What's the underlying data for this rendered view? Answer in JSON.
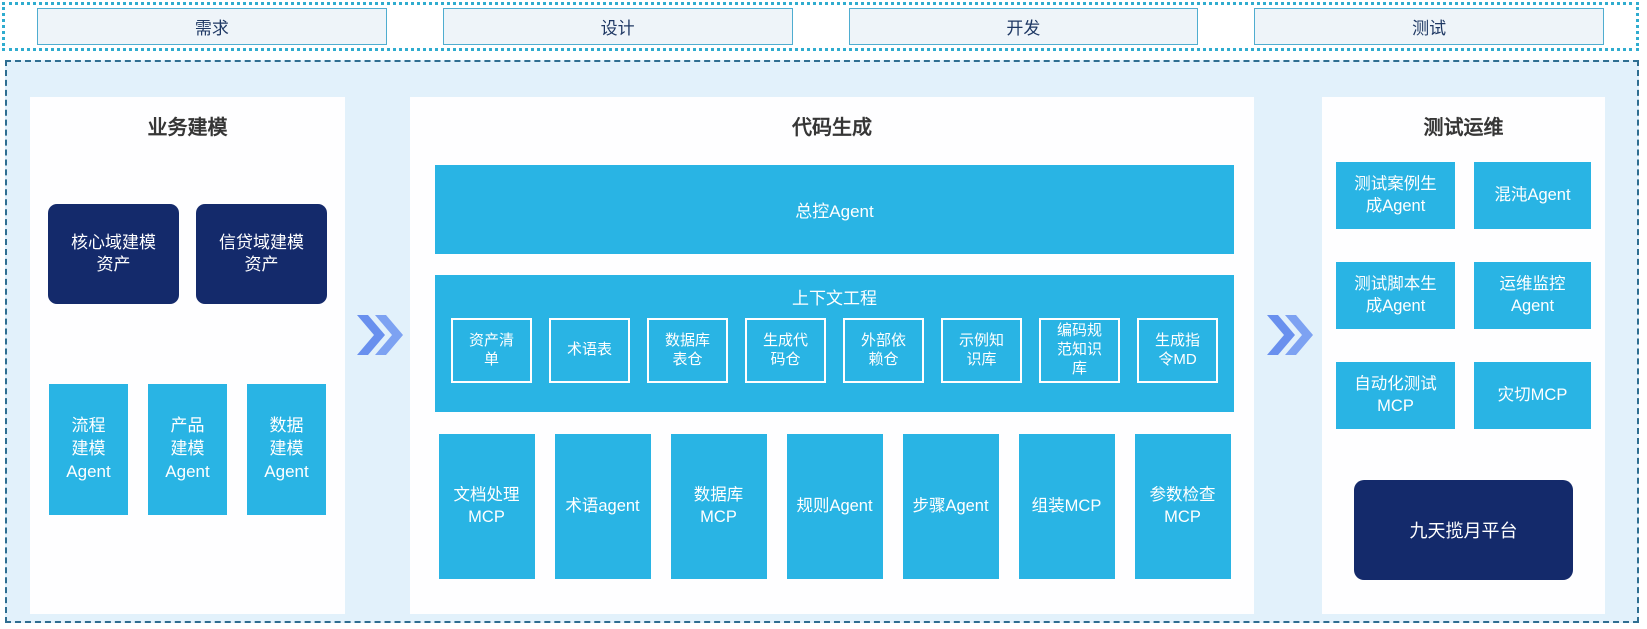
{
  "phase_bar": {
    "items": [
      {
        "label": "需求"
      },
      {
        "label": "设计"
      },
      {
        "label": "开发"
      },
      {
        "label": "测试"
      }
    ]
  },
  "panels": {
    "business_modeling": {
      "title": "业务建模",
      "asset_boxes": [
        {
          "label": "核心域建模资产"
        },
        {
          "label": "信贷域建模资产"
        }
      ],
      "agent_boxes": [
        {
          "label": "流程建模Agent"
        },
        {
          "label": "产品建模Agent"
        },
        {
          "label": "数据建模Agent"
        }
      ]
    },
    "code_generation": {
      "title": "代码生成",
      "master_agent": "总控Agent",
      "context_engineering": {
        "title": "上下文工程",
        "items": [
          "资产清单",
          "术语表",
          "数据库表仓",
          "生成代码仓",
          "外部依赖仓",
          "示例知识库",
          "编码规范知识库",
          "生成指令MD"
        ]
      },
      "mcp_row": [
        "文档处理MCP",
        "术语agent",
        "数据库MCP",
        "规则Agent",
        "步骤Agent",
        "组装MCP",
        "参数检查MCP"
      ]
    },
    "test_ops": {
      "title": "测试运维",
      "boxes": [
        "测试案例生成Agent",
        "混沌Agent",
        "测试脚本生成Agent",
        "运维监控Agent",
        "自动化测试MCP",
        "灾切MCP"
      ],
      "platform": "九天揽月平台"
    }
  },
  "colors": {
    "cyan": "#29b4e4",
    "navy": "#142a6b",
    "chevron_blue": "#6990ee",
    "container_bg": "#e2f1fb",
    "dashed_border": "#2e6e91",
    "dotted_border": "#2faccf",
    "phase_box_bg": "#eef4f9",
    "phase_box_border": "#4fadd0"
  }
}
